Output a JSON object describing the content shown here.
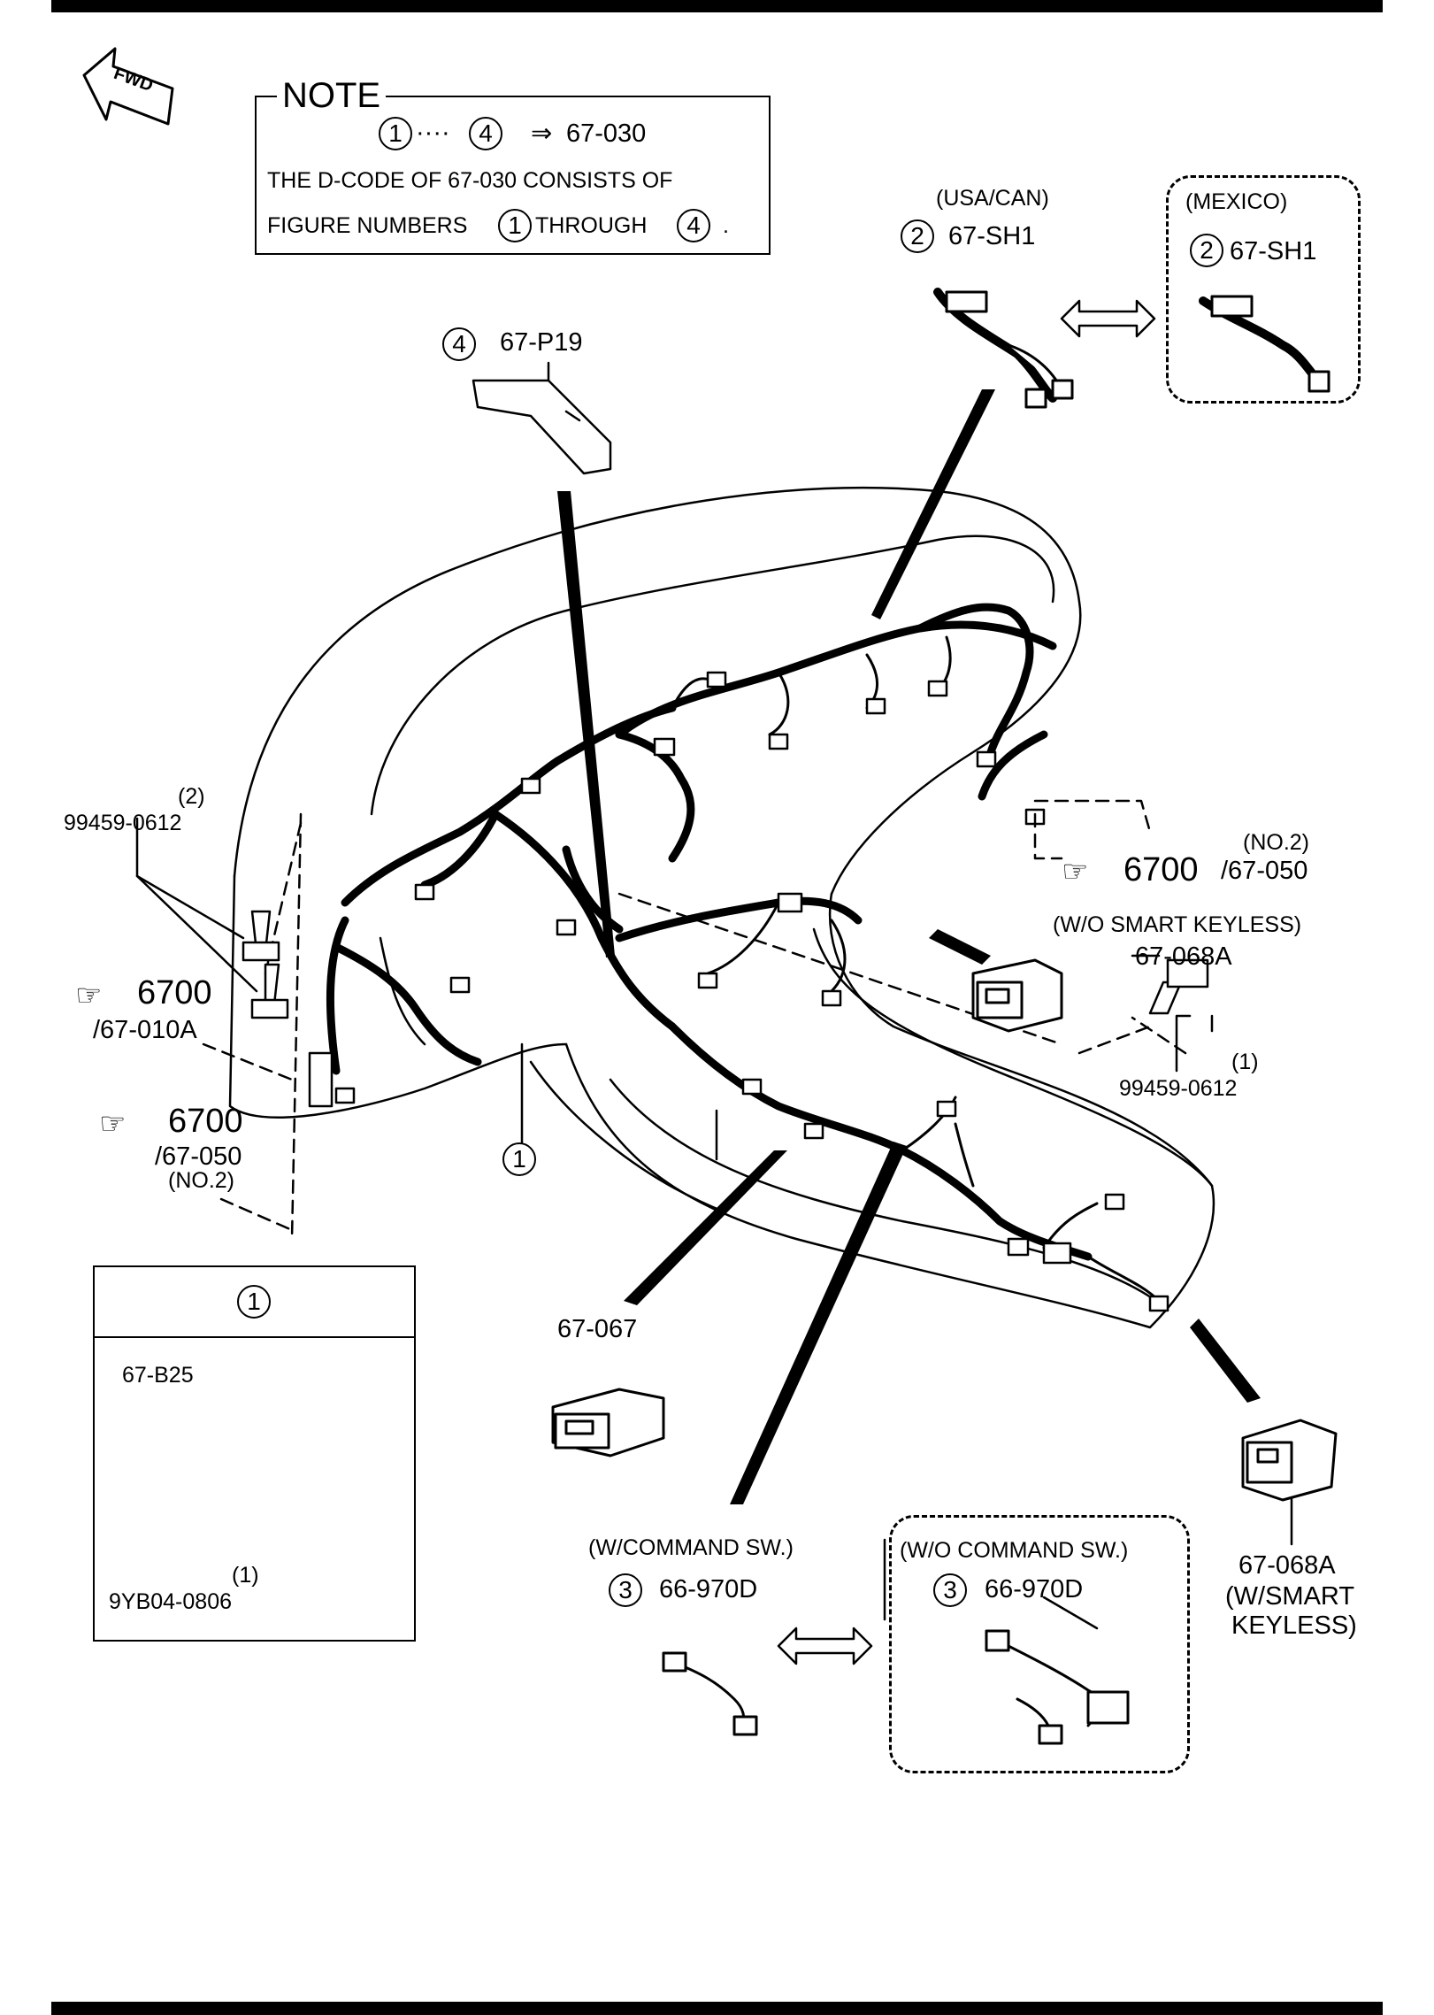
{
  "fwd_label": "FWD",
  "note": {
    "title": "NOTE",
    "range_start": "1",
    "range_dots": "····",
    "range_end": "4",
    "arrow": "⇒",
    "range_code": "67-030",
    "line1": "THE D-CODE OF  67-030  CONSISTS OF",
    "line2_prefix": "FIGURE NUMBERS",
    "line2_num1": "1",
    "line2_mid": "THROUGH",
    "line2_num2": "4",
    "line2_suffix": "."
  },
  "parts": {
    "sh1_usa": {
      "condition": "(USA/CAN)",
      "num": "2",
      "code": "67-SH1"
    },
    "sh1_mex": {
      "condition": "(MEXICO)",
      "num": "2",
      "code": "67-SH1"
    },
    "p19": {
      "num": "4",
      "code": "67-P19"
    },
    "bolt_left": {
      "qty": "(2)",
      "code": "99459-0612"
    },
    "ref_left_1": {
      "code": "6700",
      "sub": "/67-010A"
    },
    "ref_left_2": {
      "code": "6700",
      "sub": "/67-050",
      "note": "(NO.2)"
    },
    "ref_right": {
      "note": "(NO.2)",
      "code": "6700",
      "sub": "/67-050"
    },
    "conn_068a_top": {
      "condition": "(W/O SMART KEYLESS)",
      "code": "67-068A"
    },
    "bolt_right": {
      "qty": "(1)",
      "code": "99459-0612"
    },
    "callout_1": "1",
    "detail_1": {
      "header": "1",
      "bracket": "67-B25",
      "nut_qty": "(1)",
      "nut_code": "9YB04-0806"
    },
    "conn_067": {
      "code": "67-067"
    },
    "conn_068a_bottom": {
      "code": "67-068A",
      "condition1": "(W/SMART",
      "condition2": "KEYLESS)"
    },
    "sw_with": {
      "condition": "(W/COMMAND SW.)",
      "num": "3",
      "code": "66-970D"
    },
    "sw_without": {
      "condition": "(W/O COMMAND SW.)",
      "num": "3",
      "code": "66-970D"
    }
  },
  "colors": {
    "ink": "#000000",
    "paper": "#ffffff"
  },
  "icons": {
    "reference": "pointing-hand-icon",
    "fwd": "fwd-arrow-icon",
    "swap": "double-arrow-icon"
  }
}
